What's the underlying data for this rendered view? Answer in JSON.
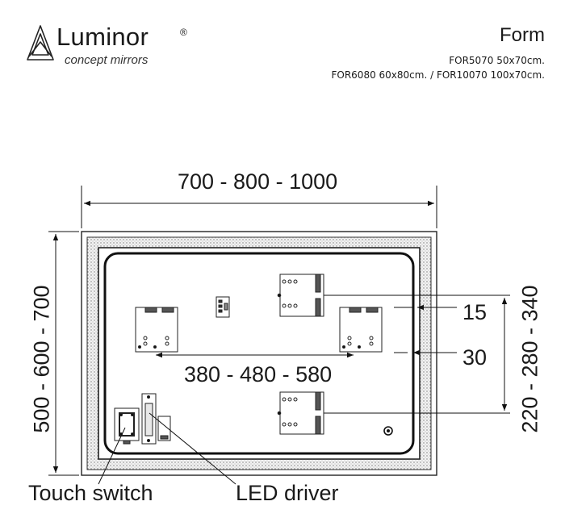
{
  "brand": {
    "name": "Luminor",
    "registered": "®",
    "tagline": "concept mirrors"
  },
  "model": {
    "title": "Form",
    "line1": "FOR5070 50x70cm.",
    "line2": "FOR6080 60x80cm. / FOR10070 100x70cm."
  },
  "dimensions": {
    "width": "700 - 800 - 1000",
    "height": "500 - 600 - 700",
    "inner_width": "380 - 480 - 580",
    "inner_height": "220 - 280 - 340",
    "offset_top": "15",
    "offset_bottom": "30"
  },
  "callouts": {
    "touch_switch": "Touch switch",
    "led_driver": "LED driver"
  }
}
